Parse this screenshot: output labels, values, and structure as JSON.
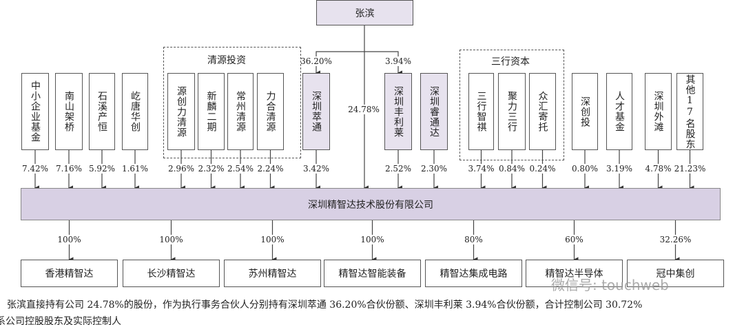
{
  "controller": "张滨",
  "controller_stakes": {
    "direct": "24.78%",
    "cuitong": "36.20%",
    "fenglilai": "3.94%"
  },
  "groups": {
    "qingyuan": "清源投资",
    "sanxing": "三行资本"
  },
  "shareholders": [
    {
      "name": "中小企业基金",
      "pct": "7.42%"
    },
    {
      "name": "南山架桥",
      "pct": "7.16%"
    },
    {
      "name": "石溪产恒",
      "pct": "5.92%"
    },
    {
      "name": "屹唐华创",
      "pct": "1.61%"
    },
    {
      "name": "源创力清源",
      "pct": "2.96%"
    },
    {
      "name": "新麟二期",
      "pct": "2.32%"
    },
    {
      "name": "常州清源",
      "pct": "2.54%"
    },
    {
      "name": "力合清源",
      "pct": "2.24%"
    },
    {
      "name": "深圳萃通",
      "pct": "3.42%"
    },
    {
      "name": "深圳丰利莱",
      "pct": "2.52%"
    },
    {
      "name": "深圳睿通达",
      "pct": "2.30%"
    },
    {
      "name": "三行智祺",
      "pct": "3.74%"
    },
    {
      "name": "聚力三行",
      "pct": "0.84%"
    },
    {
      "name": "众汇寄托",
      "pct": "0.24%"
    },
    {
      "name": "深创投",
      "pct": "0.80%"
    },
    {
      "name": "人才基金",
      "pct": "3.19%"
    },
    {
      "name": "深圳外滩",
      "pct": "4.78%"
    },
    {
      "name": "其他17名股东",
      "pct": "21.23%"
    }
  ],
  "company": "深圳精智达技术股份有限公司",
  "subsidiaries": [
    {
      "name": "香港精智达",
      "pct": "100%"
    },
    {
      "name": "长沙精智达",
      "pct": "100%"
    },
    {
      "name": "苏州精智达",
      "pct": "100%"
    },
    {
      "name": "精智达智能装备",
      "pct": "100%"
    },
    {
      "name": "精智达集成电路",
      "pct": "80%"
    },
    {
      "name": "精智达半导体",
      "pct": "60%"
    },
    {
      "name": "冠中集创",
      "pct": "32.26%"
    }
  ],
  "caption": [
    "张滨直接持有公司 24.78%的股份，作为执行事务合伙人分别持有深圳萃通 36.20%合伙份额、深圳丰利莱 3.94%合伙份额，合计控制公司 30.72%",
    "系公司控股股东及实际控制人"
  ],
  "watermark": "微信号: touchweb"
}
